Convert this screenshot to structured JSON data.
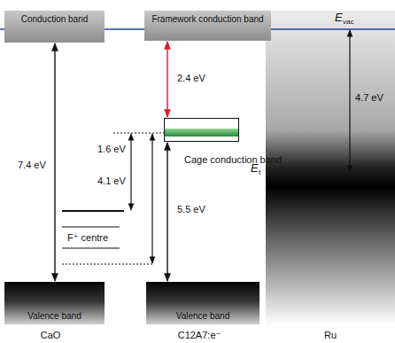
{
  "diagram": {
    "nodes": [
      {
        "text": [
          "Conduction band"
        ]
      },
      {
        "text": [
          "Valence band"
        ]
      },
      {
        "text": [
          "Framework conduction band"
        ]
      },
      {
        "text": [
          "Cage conduction band"
        ]
      },
      {
        "text": [
          "Valence band"
        ]
      }
    ],
    "edges": [
      {
        "from": 0,
        "to": 1,
        "arrow": "both",
        "label": "7.4 eV"
      },
      {
        "from": 2,
        "to": 3,
        "arrow": "both",
        "label": "2.4 eV"
      },
      {
        "from": 3,
        "to": 4,
        "arrow": "both",
        "label": "5.5 eV"
      }
    ],
    "labels": [
      "E",
      "vac",
      "1.6 eV",
      "4.1 eV",
      "F⁺ centre",
      "4.7 eV",
      "E",
      "f",
      "CaO",
      "C12A7:e⁻",
      "Ru"
    ]
  }
}
